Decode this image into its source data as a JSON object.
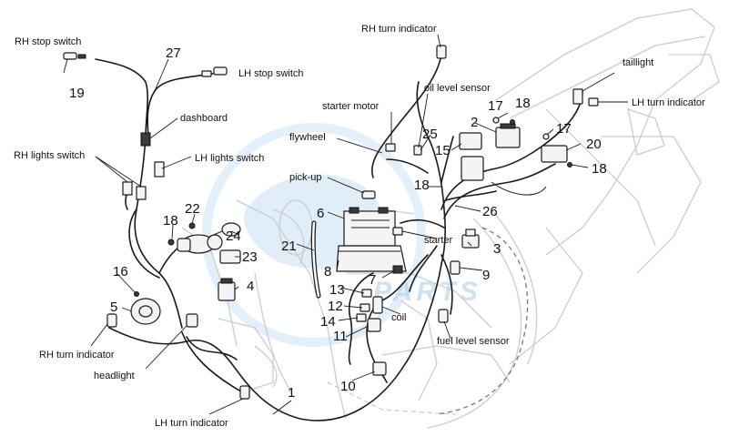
{
  "labels": {
    "rh_stop_switch": "RH stop switch",
    "lh_stop_switch": "LH stop switch",
    "dashboard": "dashboard",
    "rh_lights_switch": "RH lights switch",
    "lh_lights_switch": "LH lights switch",
    "rh_turn_indicator_top": "RH turn indicator",
    "starter_motor": "starter motor",
    "oil_level_sensor": "oil level sensor",
    "flywheel": "flywheel",
    "pick_up": "pick-up",
    "taillight": "taillight",
    "lh_turn_indicator_right": "LH turn indicator",
    "starter": "starter",
    "coil": "coil",
    "fuel_level_sensor": "fuel level sensor",
    "rh_turn_indicator_left": "RH turn indicator",
    "headlight": "headlight",
    "lh_turn_indicator_bottom": "LH turn indicator"
  },
  "numbers": {
    "n27": "27",
    "n19": "19",
    "n22": "22",
    "n18a": "18",
    "n24": "24",
    "n23": "23",
    "n21": "21",
    "n16": "16",
    "n5": "5",
    "n4": "4",
    "n6": "6",
    "n8": "8",
    "n25": "25",
    "n15": "15",
    "n2": "2",
    "n17a": "17",
    "n18b": "18",
    "n17b": "17",
    "n20": "20",
    "n18c": "18",
    "n18d": "18",
    "n26": "26",
    "n3": "3",
    "n9": "9",
    "n7": "7",
    "n13": "13",
    "n12": "12",
    "n14": "14",
    "n11": "11",
    "n10": "10",
    "n1": "1"
  },
  "watermark": {
    "text": "PARTS",
    "color": "#a9cbe8"
  }
}
